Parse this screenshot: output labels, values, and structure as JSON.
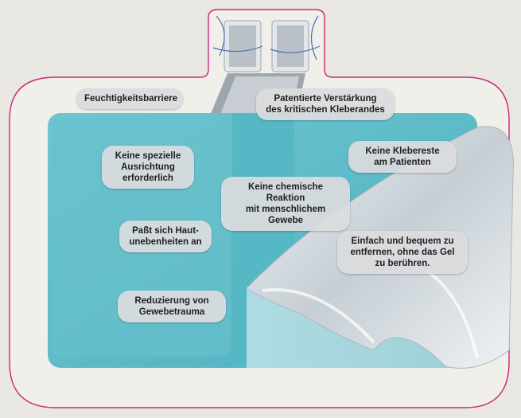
{
  "labels": {
    "moisture_barrier": "Feuchtigkeitsbarriere",
    "patented_reinforcement": "Patentierte Verstärkung\ndes kritischen Kleberandes",
    "no_alignment": "Keine spezielle\nAusrichtung\nerforderlich",
    "no_chemical_reaction": "Keine chemische Reaktion\nmit menschlichem Gewebe",
    "no_residue": "Keine Klebereste\nam Patienten",
    "adapts_skin": "Paßt sich Haut-\nunebenheiten an",
    "easy_removal": "Einfach und bequem zu\nentfernen, ohne das Gel\nzu berühren.",
    "reduces_trauma": "Reduzierung von\nGewebetrauma"
  },
  "colors": {
    "background": "#e9e7e1",
    "pad_border": "#f1efea",
    "outline": "#c8287a",
    "gel": "#5fbfcb",
    "strip": "#55b8c4",
    "film": "#d8dee2",
    "label_bg": "#dadcde"
  }
}
